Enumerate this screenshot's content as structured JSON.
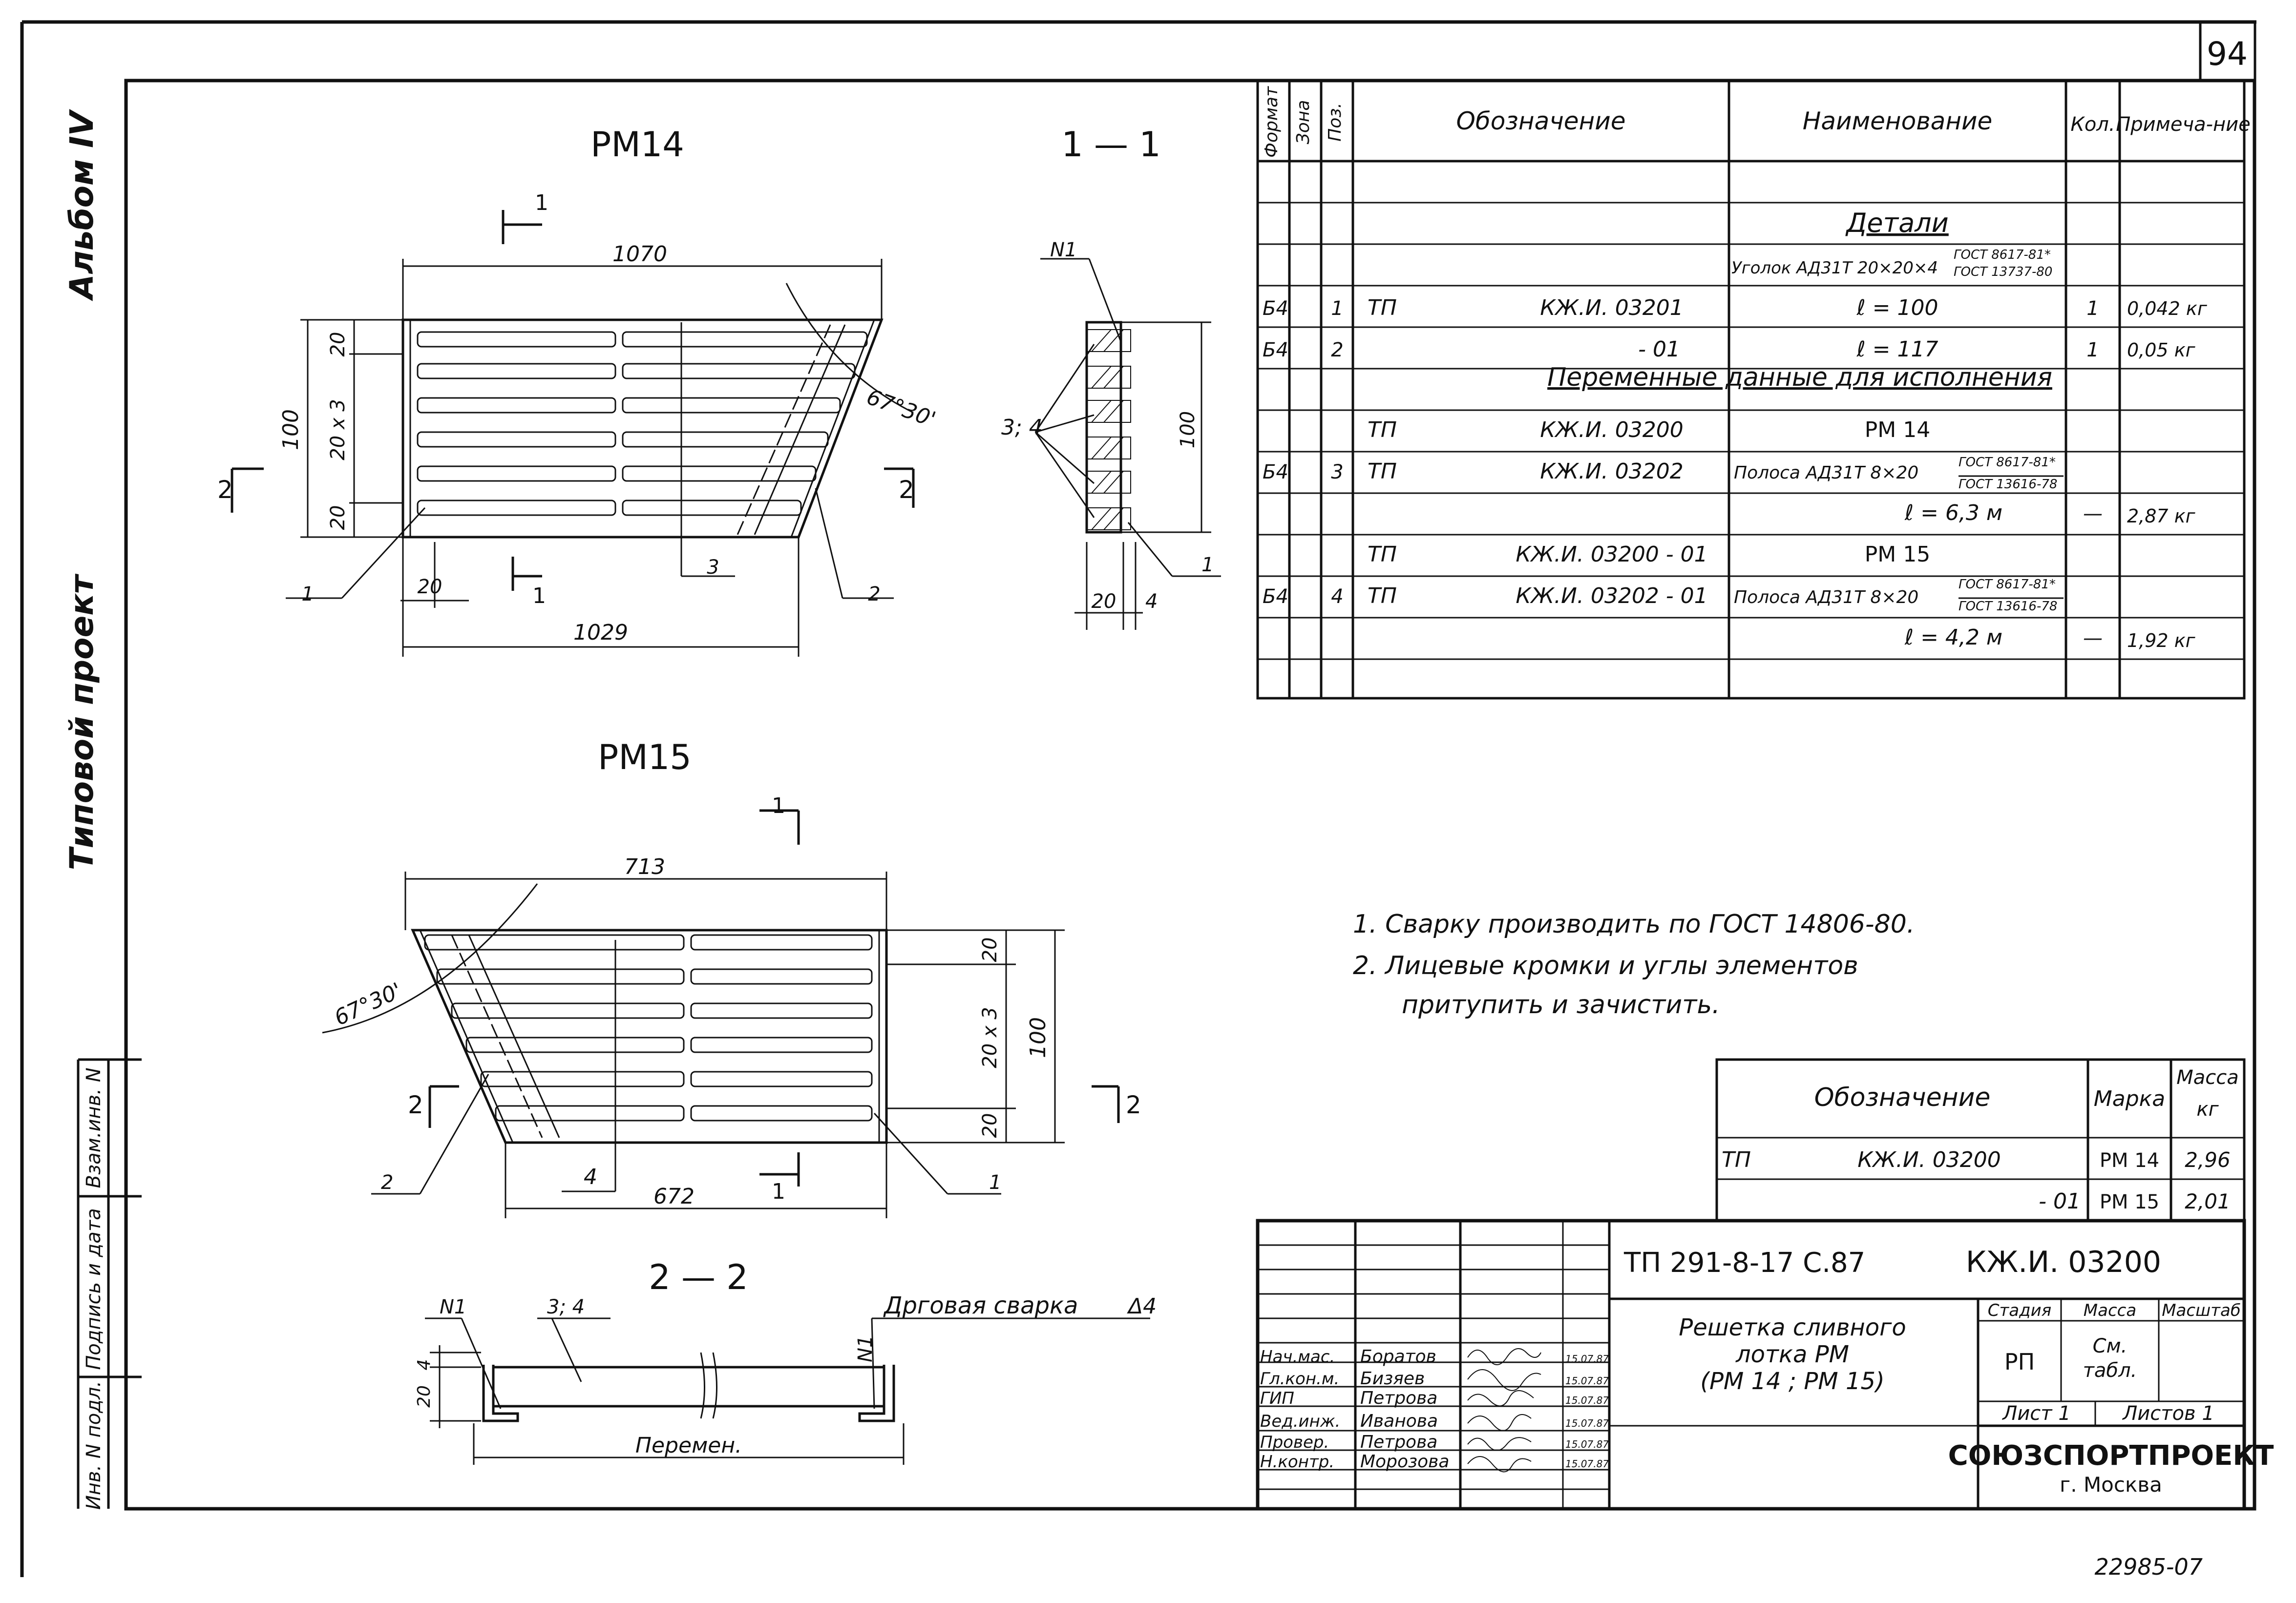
{
  "page_number": "94",
  "side_labels": {
    "album": "Альбом IV",
    "typical_project": "Типовой проект"
  },
  "side_stamp": {
    "col1": "Инв. N подл.",
    "col2": "Подпись и дата",
    "col3": "Взам.инв. N"
  },
  "views": {
    "rm14_title": "PM14",
    "rm15_title": "PM15",
    "section_1_1": "1 — 1",
    "section_2_2": "2 — 2"
  },
  "dims_rm14": {
    "top": "1070",
    "bottom": "1029",
    "height": "100",
    "left_top": "20",
    "left_mid": "20 x 3",
    "left_bot": "20",
    "bottom_left": "20",
    "angle": "67°30'",
    "pos1": "1",
    "pos2": "2",
    "pos3": "3",
    "cut1": "1",
    "cut2": "2"
  },
  "dims_section11": {
    "n1": "N1",
    "pos34": "3; 4",
    "height": "100",
    "w20": "20",
    "w4": "4",
    "pos1": "1"
  },
  "dims_rm15": {
    "top": "713",
    "bottom": "672",
    "height": "100",
    "right_top": "20",
    "right_mid": "20 x 3",
    "right_bot": "20",
    "angle": "67°30'",
    "pos1": "1",
    "pos2": "2",
    "pos4": "4",
    "cut1": "1",
    "cut2": "2"
  },
  "dims_section22": {
    "n1_left": "N1",
    "n1_right": "N1",
    "pos34": "3; 4",
    "h4": "4",
    "h20": "20",
    "weld": "Дрговая сварка",
    "weld_leg": "Δ4",
    "variable": "Перемен."
  },
  "spec_table": {
    "headers": {
      "format": "Формат",
      "zone": "Зона",
      "pos": "Поз.",
      "designation": "Обозначение",
      "name": "Наименование",
      "qty": "Кол.",
      "note": "Примеча-ние"
    },
    "section_details": "Детали",
    "angle_row_name": "Уголок АД31Т 20×20×4",
    "angle_row_std1": "ГОСТ 8617-81*",
    "angle_row_std2": "ГОСТ 13737-80",
    "row1": {
      "format": "Б4",
      "pos": "1",
      "code": "ТП",
      "designation": "КЖ.И. 03201",
      "name": "ℓ = 100",
      "qty": "1",
      "note": "0,042 кг"
    },
    "row2": {
      "format": "Б4",
      "pos": "2",
      "designation": "- 01",
      "name": "ℓ = 117",
      "qty": "1",
      "note": "0,05 кг"
    },
    "section_variable": "Переменные данные для исполнения",
    "row3": {
      "code": "ТП",
      "designation": "КЖ.И. 03200",
      "name": "PM 14"
    },
    "row4": {
      "format": "Б4",
      "pos": "3",
      "code": "ТП",
      "designation": "КЖ.И. 03202",
      "name": "Полоса АД31Т 8×20",
      "std1": "ГОСТ 8617-81*",
      "std2": "ГОСТ 13616-78"
    },
    "row5": {
      "name": "ℓ = 6,3 м",
      "qty": "—",
      "note": "2,87 кг"
    },
    "row6": {
      "code": "ТП",
      "designation": "КЖ.И. 03200 - 01",
      "name": "PM 15"
    },
    "row7": {
      "format": "Б4",
      "pos": "4",
      "code": "ТП",
      "designation": "КЖ.И. 03202 - 01",
      "name": "Полоса АД31Т 8×20",
      "std1": "ГОСТ 8617-81*",
      "std2": "ГОСТ 13616-78"
    },
    "row8": {
      "name": "ℓ = 4,2 м",
      "qty": "—",
      "note": "1,92 кг"
    }
  },
  "notes": {
    "n1": "1. Сварку производить по ГОСТ 14806-80.",
    "n2a": "2. Лицевые кромки и углы элементов",
    "n2b": "притупить и зачистить."
  },
  "mark_table": {
    "h_designation": "Обозначение",
    "h_mark": "Марка",
    "h_mass1": "Масса",
    "h_mass2": "кг",
    "r1": {
      "code": "ТП",
      "designation": "КЖ.И. 03200",
      "mark": "PM 14",
      "mass": "2,96"
    },
    "r2": {
      "designation": "- 01",
      "mark": "PM 15",
      "mass": "2,01"
    }
  },
  "title_block": {
    "project_code": "ТП 291-8-17 С.87",
    "doc_code": "КЖ.И. 03200",
    "name1": "Решетка сливного",
    "name2": "лотка PM",
    "name3": "(PM 14 ; PM 15)",
    "stage_h": "Стадия",
    "mass_h": "Масса",
    "scale_h": "Масштаб",
    "stage": "РП",
    "mass1": "См.",
    "mass2": "табл.",
    "sheet": "Лист 1",
    "sheets": "Листов 1",
    "org": "СОЮЗСПОРТПРОЕКТ",
    "city": "г. Москва",
    "staff": [
      {
        "role": "Нач.мас.",
        "name": "Боратов",
        "date": "15.07.87"
      },
      {
        "role": "Гл.кон.м.",
        "name": "Бизяев",
        "date": "15.07.87"
      },
      {
        "role": "ГИП",
        "name": "Петрова",
        "date": "15.07.87"
      },
      {
        "role": "Вед.инж.",
        "name": "Иванова",
        "date": "15.07.87"
      },
      {
        "role": "Провер.",
        "name": "Петрова",
        "date": "15.07.87"
      },
      {
        "role": "Н.контр.",
        "name": "Морозова",
        "date": "15.07.87"
      }
    ]
  },
  "archive_number": "22985-07"
}
